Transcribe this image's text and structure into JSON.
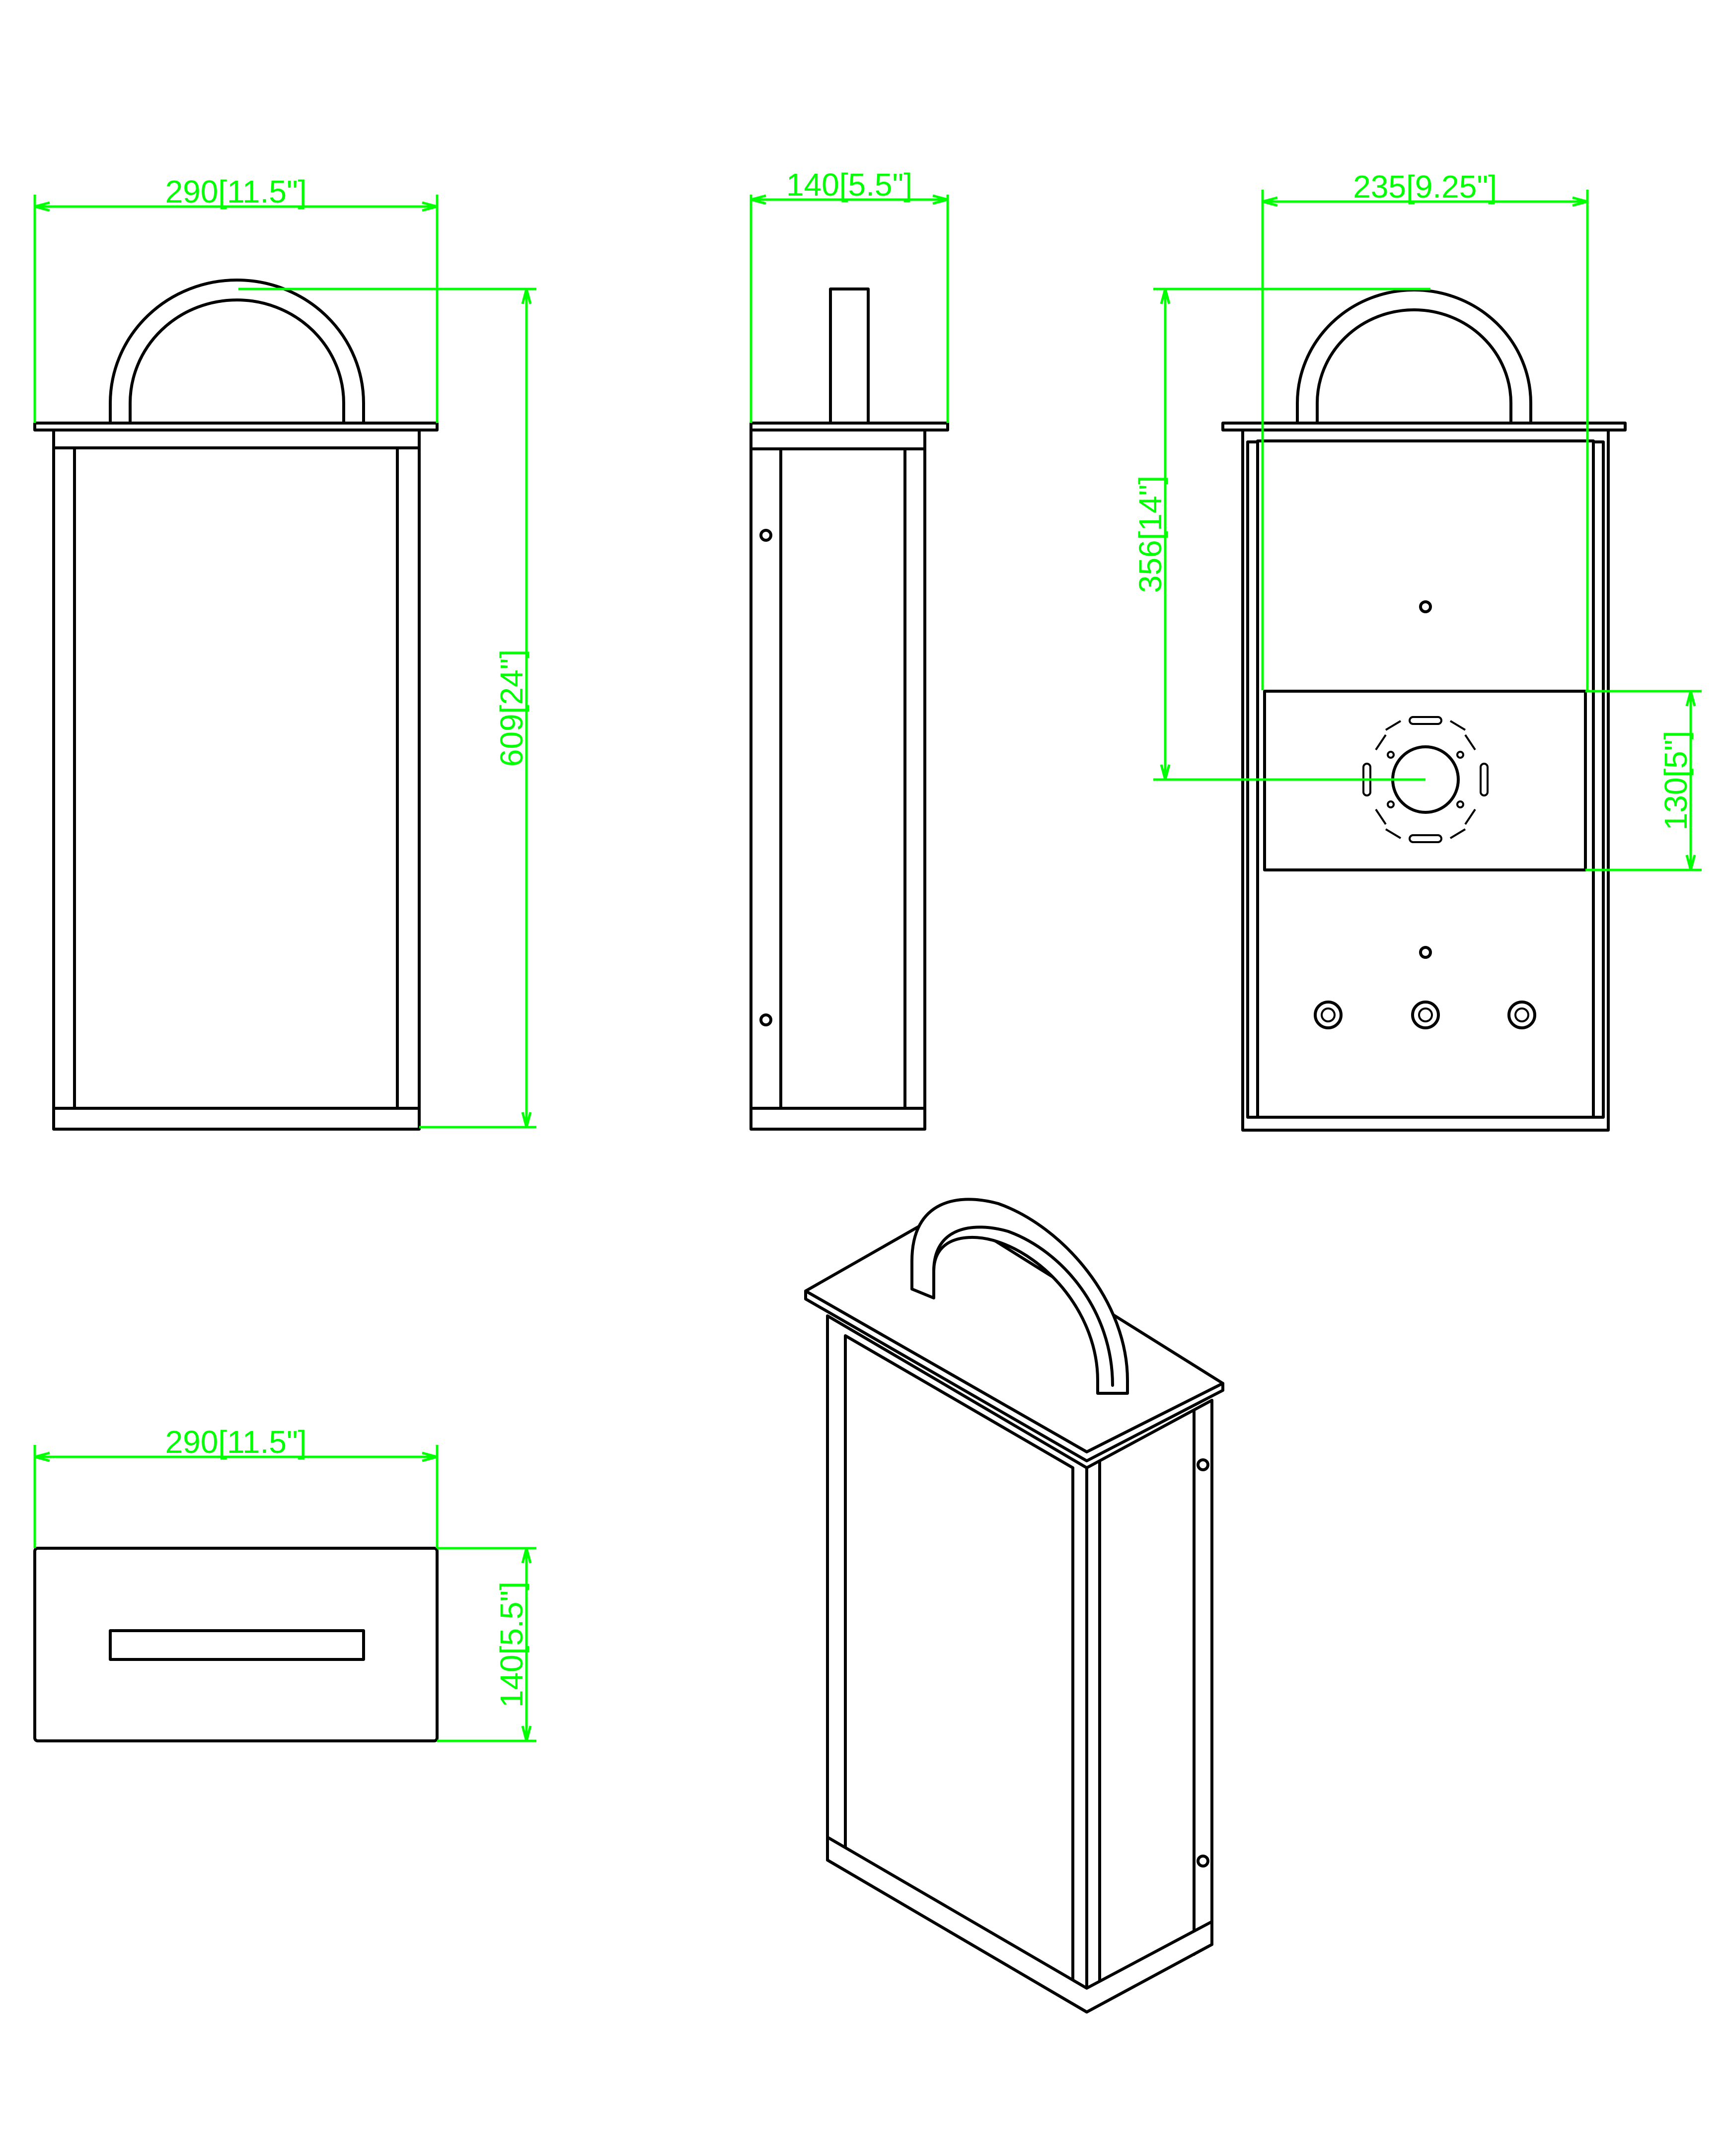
{
  "colors": {
    "outline": "#000000",
    "dimension": "#00ff00",
    "background": "#ffffff"
  },
  "views": {
    "front": {
      "width_label": "290[11.5\"]",
      "height_label": "609[24\"]"
    },
    "side": {
      "depth_label": "140[5.5\"]"
    },
    "back": {
      "width_label": "235[9.25\"]",
      "mount_height_label": "356[14\"]",
      "plate_height_label": "130[5\"]"
    },
    "top": {
      "width_label": "290[11.5\"]",
      "depth_label": "140[5.5\"]"
    },
    "isometric": {}
  }
}
